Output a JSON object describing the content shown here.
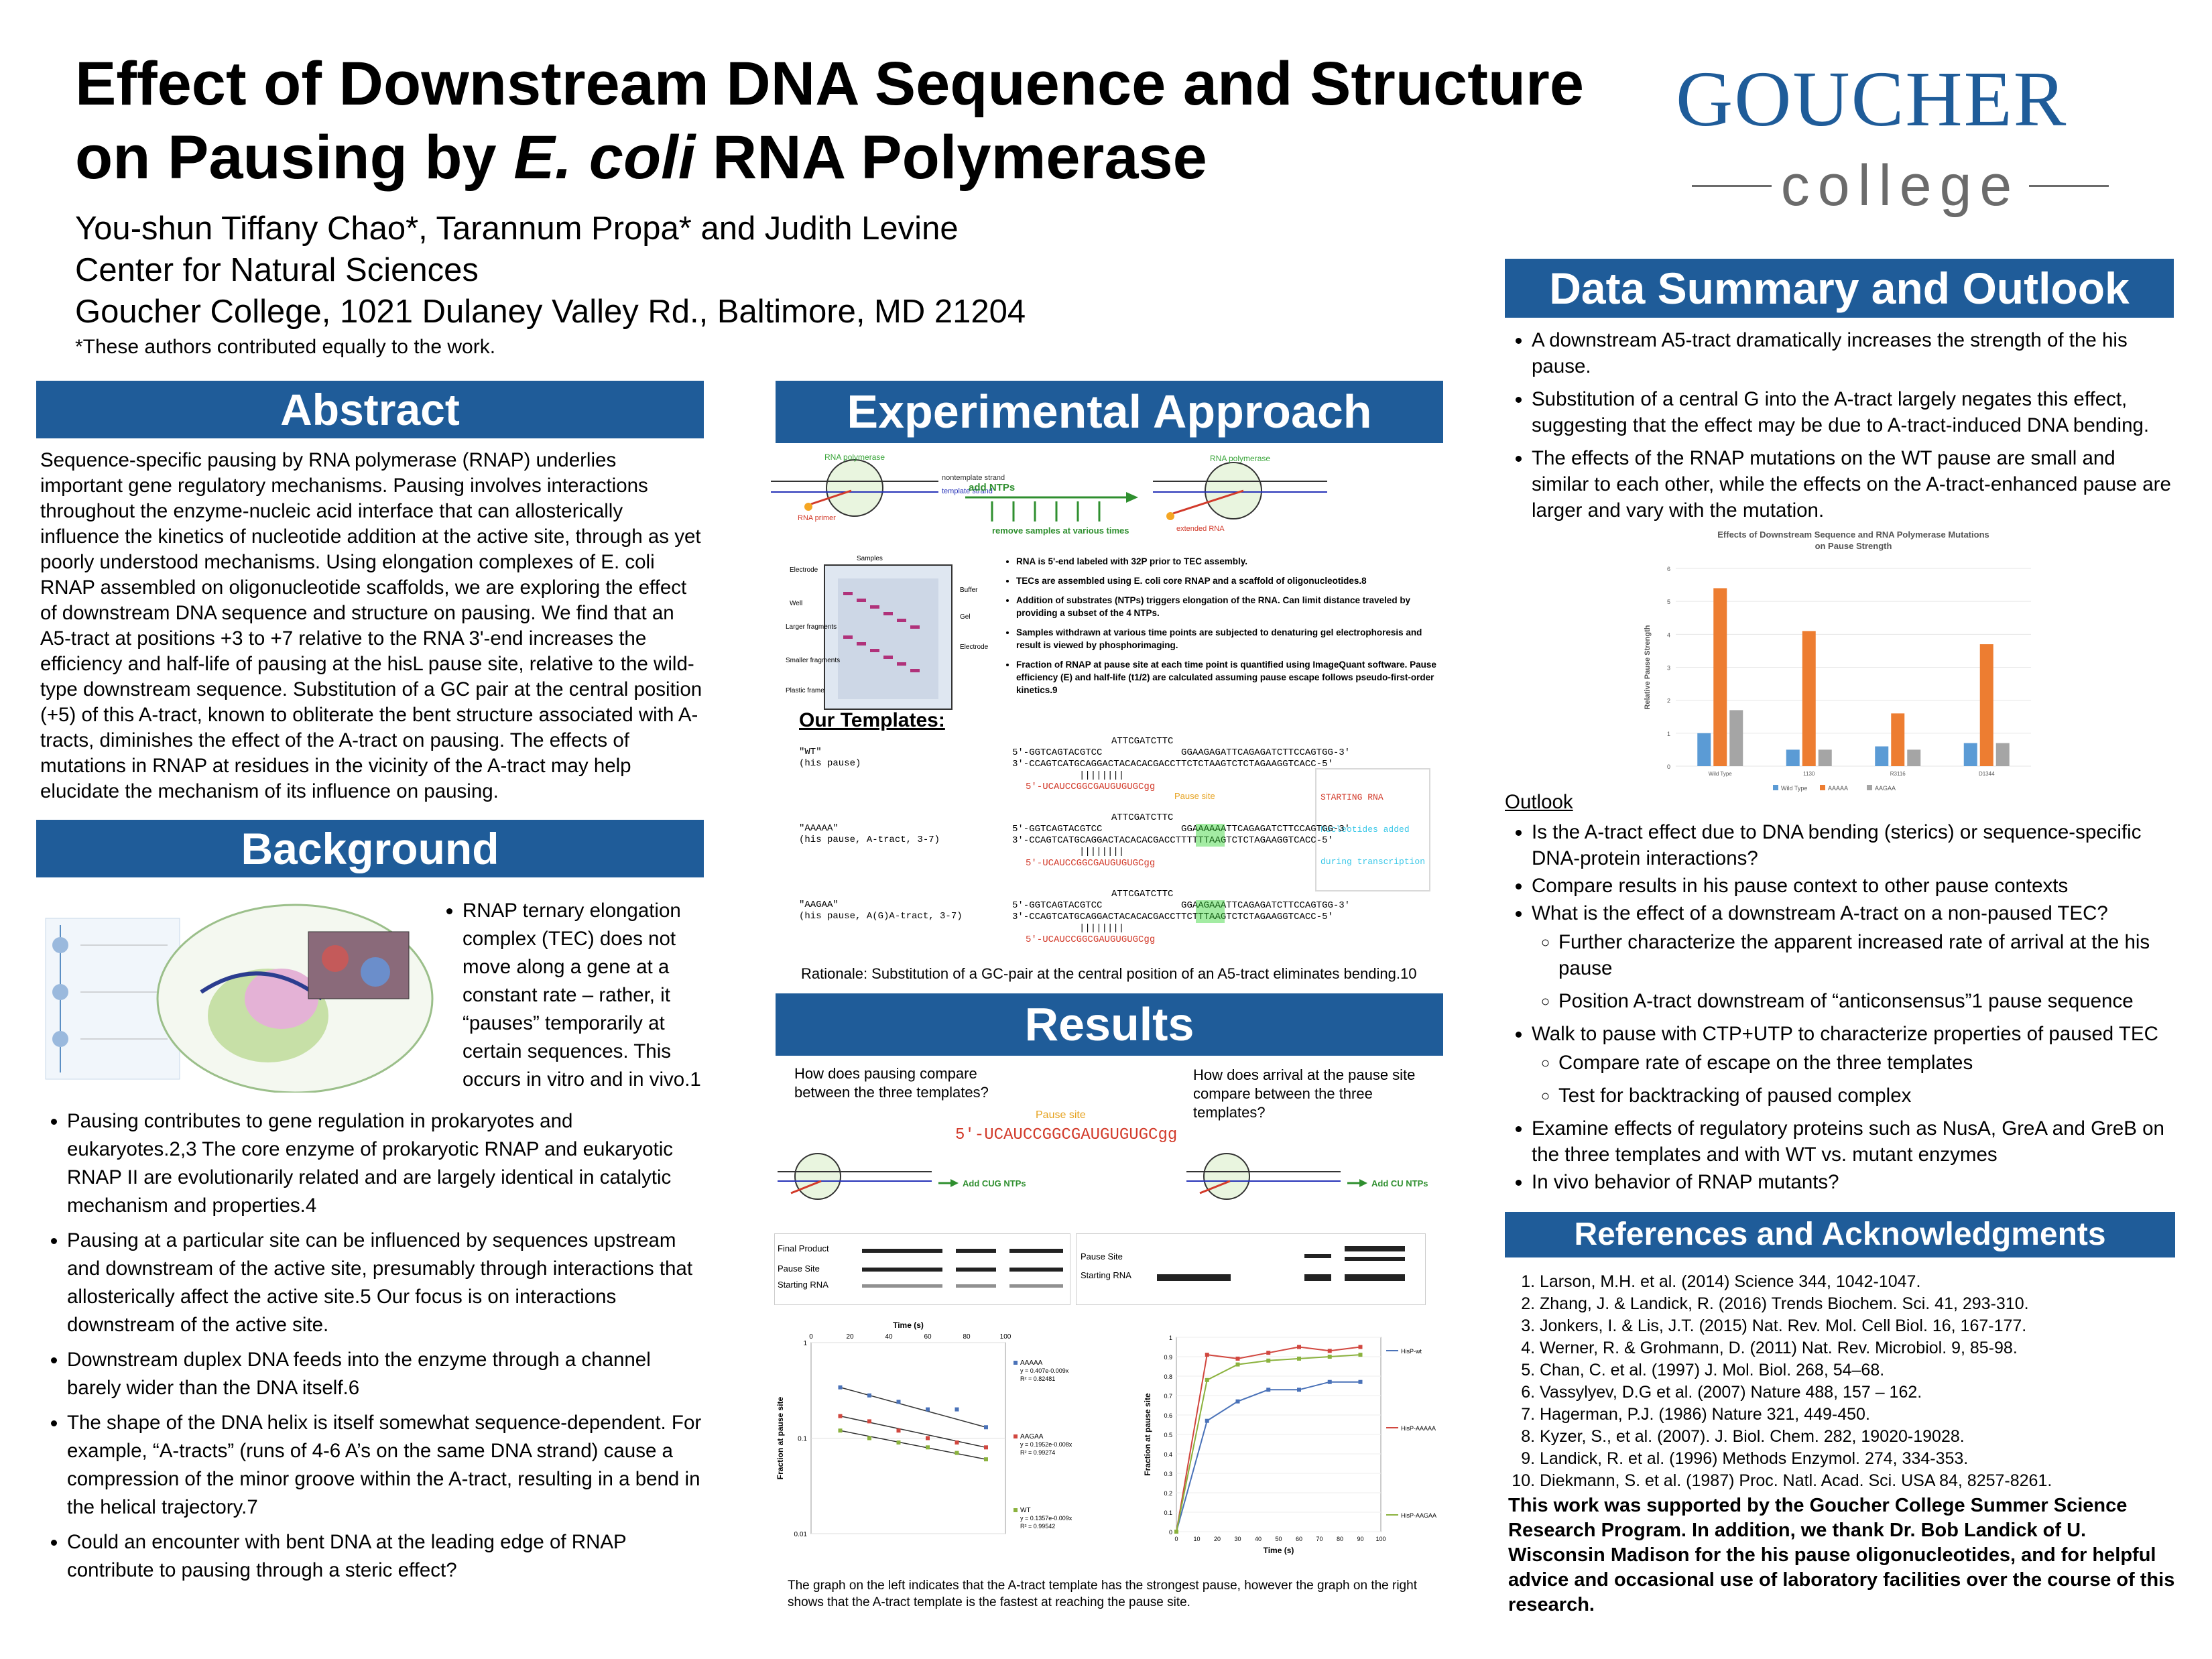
{
  "header": {
    "title_line1": "Effect of Downstream DNA Sequence and Structure",
    "title_line2_pre": "on Pausing by ",
    "title_line2_em": "E. coli",
    "title_line2_post": " RNA Polymerase",
    "authors": "You-shun Tiffany Chao*, Tarannum Propa* and Judith Levine",
    "affil1": "Center for Natural Sciences",
    "affil2": "Goucher College, 1021 Dulaney Valley Rd., Baltimore, MD 21204",
    "note": "*These authors contributed equally to the work."
  },
  "logo": {
    "name": "GOUCHER",
    "sub": "college"
  },
  "abstract": {
    "heading": "Abstract",
    "text": "Sequence-specific pausing by RNA polymerase (RNAP) underlies important gene regulatory mechanisms. Pausing involves interactions throughout the enzyme-nucleic acid interface that can allosterically influence the kinetics of nucleotide addition at the active site, through as yet poorly understood mechanisms. Using elongation complexes of E. coli RNAP assembled on oligonucleotide scaffolds, we are exploring the effect of downstream DNA sequence and structure on pausing. We find that an A5-tract at positions +3 to +7 relative to the RNA 3'-end increases the efficiency and half-life of pausing at the hisL pause site, relative to the wild-type downstream sequence. Substitution of a GC pair at the central position (+5) of this A-tract, known to obliterate the bent structure associated with A-tracts, diminishes the effect of the A-tract on pausing. The effects of mutations in RNAP at residues in the vicinity of the A-tract may help elucidate the mechanism of its influence on pausing."
  },
  "background": {
    "heading": "Background",
    "first": "RNAP ternary elongation complex (TEC) does not move along a gene at a constant rate – rather, it “pauses” temporarily at certain sequences. This occurs in vitro and in vivo.1",
    "bullets": [
      "Pausing contributes to gene regulation in prokaryotes and eukaryotes.2,3 The core enzyme of prokaryotic RNAP and eukaryotic RNAP II are evolutionarily related and are largely identical in catalytic mechanism and properties.4",
      "Pausing at a particular site can be influenced by sequences upstream and downstream of the active site, presumably through interactions that allosterically affect the active site.5 Our focus is on interactions downstream of the active site.",
      "Downstream duplex DNA feeds into the enzyme through a channel barely wider than the DNA itself.6",
      "The shape of the DNA helix is itself somewhat sequence-dependent. For example, “A-tracts” (runs of 4-6 A’s on the same DNA strand) cause a compression of the minor groove within the A-tract, resulting in a bend in the helical trajectory.7",
      "Could an encounter with bent DNA at the leading edge of RNAP contribute to pausing through a steric effect?"
    ]
  },
  "approach": {
    "heading": "Experimental Approach",
    "diagram": {
      "rnap": "RNA polymerase",
      "nontemplate": "nontemplate strand",
      "template": "template strand",
      "primer": "RNA primer",
      "add_ntps": "add NTPs",
      "remove": "remove samples at various times",
      "extended": "extended RNA",
      "gel_labels": [
        "Electrode",
        "Well",
        "Larger fragments",
        "Smaller fragments",
        "Plastic frame",
        "Samples",
        "Buffer",
        "Gel",
        "Electrode"
      ]
    },
    "bullets": [
      "RNA is 5'-end labeled with 32P prior to TEC assembly.",
      "TECs are assembled using E. coli core RNAP and a scaffold of oligonucleotides.8",
      "Addition of substrates (NTPs) triggers elongation of the RNA. Can limit distance traveled by providing a subset of the 4 NTPs.",
      "Samples withdrawn at various time points are subjected to denaturing gel electrophoresis and result is viewed by phosphorimaging.",
      "Fraction of RNAP at pause site at each time point is quantified using ImageQuant software. Pause efficiency (E) and half-life (t1/2) are calculated assuming pause escape follows pseudo-first-order kinetics.9"
    ],
    "templates_heading": "Our Templates:",
    "templates": [
      {
        "name": "\"WT\"",
        "desc": "(his pause)",
        "top": "ATTCGATCTTC",
        "l1": "5'-GGTCAGTACGTCC              GGAAGAGATTCAGAGATCTTCCAGTGG-3'",
        "l2": "3'-CCAGTCATGCAGGACTACACACGACCTTCTCTAAGTCTCTAGAAGGTCACC-5'",
        "rna": "5'-UCAUCCGGCGAUGUGUGCgg"
      },
      {
        "name": "\"AAAAA\"",
        "desc": "(his pause, A-tract, 3-7)",
        "top": "ATTCGATCTTC",
        "l1": "5'-GGTCAGTACGTCC              GGAAAAAATTCAGAGATCTTCCAGTGG-3'",
        "l2": "3'-CCAGTCATGCAGGACTACACACGACCTTTTTTAAGTCTCTAGAAGGTCACC-5'",
        "rna": "5'-UCAUCCGGCGAUGUGUGCgg"
      },
      {
        "name": "\"AAGAA\"",
        "desc": "(his pause, A(G)A-tract, 3-7)",
        "top": "ATTCGATCTTC",
        "l1": "5'-GGTCAGTACGTCC              GGAAGAAATTCAGAGATCTTCCAGTGG-3'",
        "l2": "3'-CCAGTCATGCAGGACTACACACGACCTTCTTTAAGTCTCTAGAAGGTCACC-5'",
        "rna": "5'-UCAUCCGGCGAUGUGUGCgg"
      }
    ],
    "pause_site": "Pause site",
    "legend": [
      "STARTING RNA",
      "Nucleotides added",
      "during transcription"
    ],
    "rationale": "Rationale: Substitution of a GC-pair at the central position of an A5-tract eliminates bending.10"
  },
  "results": {
    "heading": "Results",
    "q1": "How does pausing compare between the three templates?",
    "q2": "How does arrival at the pause site compare between the three templates?",
    "pause_site": "Pause site",
    "rna_seq": "5'-UCAUCCGGCGAUGUGUGCgg",
    "add_cug": "Add CUG NTPs",
    "add_cu": "Add CU NTPs",
    "gel1_labels": [
      "Final Product",
      "Pause Site",
      "Starting RNA"
    ],
    "gel2_labels": [
      "Pause Site",
      "Starting RNA"
    ],
    "chart_data": [
      {
        "type": "scatter",
        "title": "",
        "xlabel": "Time (s)",
        "ylabel": "Fraction at pause site",
        "xlim": [
          0,
          100
        ],
        "ylim": [
          0.01,
          1
        ],
        "log_y": true,
        "x_ticks": [
          "0",
          "20",
          "40",
          "60",
          "80",
          "100"
        ],
        "y_ticks": [
          "1",
          "0.1",
          "0.01"
        ],
        "series": [
          {
            "name": "AAAAA",
            "eq": "y = 0.407e-0.009x",
            "r2": "R² = 0.82481",
            "color": "#4a72b8",
            "x": [
              15,
              30,
              45,
              60,
              75,
              90
            ],
            "y": [
              0.34,
              0.28,
              0.24,
              0.2,
              0.2,
              0.13
            ]
          },
          {
            "name": "AAGAA",
            "eq": "y = 0.1952e-0.008x",
            "r2": "R² = 0.99274",
            "color": "#d1473f",
            "x": [
              15,
              30,
              45,
              60,
              75,
              90
            ],
            "y": [
              0.17,
              0.15,
              0.12,
              0.1,
              0.09,
              0.08
            ]
          },
          {
            "name": "WT",
            "eq": "y = 0.1357e-0.009x",
            "r2": "R² = 0.99542",
            "color": "#8bb23e",
            "x": [
              15,
              30,
              45,
              60,
              75,
              90
            ],
            "y": [
              0.12,
              0.1,
              0.09,
              0.08,
              0.07,
              0.06
            ]
          }
        ]
      },
      {
        "type": "line",
        "title": "",
        "xlabel": "Time (s)",
        "ylabel": "Fraction at pause site",
        "xlim": [
          0,
          100
        ],
        "ylim": [
          0,
          1
        ],
        "x_ticks": [
          "0",
          "10",
          "20",
          "30",
          "40",
          "50",
          "60",
          "70",
          "80",
          "90",
          "100"
        ],
        "y_ticks": [
          "0",
          "0.1",
          "0.2",
          "0.3",
          "0.4",
          "0.5",
          "0.6",
          "0.7",
          "0.8",
          "0.9",
          "1"
        ],
        "series": [
          {
            "name": "HisP-wt",
            "color": "#4a72b8",
            "x": [
              0,
              15,
              30,
              45,
              60,
              75,
              90
            ],
            "y": [
              0,
              0.57,
              0.67,
              0.73,
              0.73,
              0.77,
              0.77
            ]
          },
          {
            "name": "HisP-AAAAA",
            "color": "#d1473f",
            "x": [
              0,
              15,
              30,
              45,
              60,
              75,
              90
            ],
            "y": [
              0,
              0.91,
              0.89,
              0.92,
              0.95,
              0.93,
              0.95
            ]
          },
          {
            "name": "HisP-AAGAA",
            "color": "#8bb23e",
            "x": [
              0,
              15,
              30,
              45,
              60,
              75,
              90
            ],
            "y": [
              0,
              0.78,
              0.86,
              0.88,
              0.89,
              0.9,
              0.91
            ]
          }
        ]
      }
    ],
    "caption": "The graph on the left indicates that the A-tract template has the strongest pause, however the graph on the right shows that the A-tract template is the fastest at reaching the pause site."
  },
  "summary": {
    "heading": "Data Summary and Outlook",
    "bullets": [
      "A downstream A5-tract dramatically increases the strength of the his pause.",
      "Substitution of a central G into the A-tract largely negates this effect, suggesting that the effect may be due to A-tract-induced DNA bending.",
      "The effects of the RNAP mutations on the WT pause are small and similar to each other, while the effects on the A-tract-enhanced pause are larger and vary with the mutation."
    ],
    "chart_data": {
      "type": "bar",
      "title": "Effects of Downstream Sequence and RNA Polymerase Mutations on Pause Strength",
      "xlabel": "",
      "ylabel": "Relative Pause Strength",
      "categories": [
        "Wild Type",
        "1130",
        "R3116",
        "D1344"
      ],
      "ylim": [
        0,
        6
      ],
      "y_ticks": [
        "0",
        "1",
        "2",
        "3",
        "4",
        "5",
        "6"
      ],
      "series": [
        {
          "name": "Wild Type",
          "color": "#5b9bd5",
          "values": [
            1.0,
            0.5,
            0.6,
            0.7
          ]
        },
        {
          "name": "AAAAA",
          "color": "#ed7d31",
          "values": [
            5.4,
            4.1,
            1.6,
            3.7
          ]
        },
        {
          "name": "AAGAA",
          "color": "#a5a5a5",
          "values": [
            1.7,
            0.5,
            0.5,
            0.7
          ]
        }
      ]
    },
    "outlook_heading": "Outlook",
    "outlook": [
      "Is the A-tract effect due to DNA bending (sterics) or sequence-specific DNA-protein interactions?",
      "Compare results in his pause context to other pause contexts",
      "What is the effect of a downstream A-tract on a non-paused TEC?",
      "Walk to pause with CTP+UTP to characterize properties of paused TEC",
      "Examine effects of regulatory proteins such as NusA, GreA and GreB on the three templates and with WT vs. mutant enzymes",
      "In vivo behavior of RNAP mutants?"
    ],
    "outlook_sub1": [
      "Further characterize the apparent increased rate of arrival at the his pause",
      "Position A-tract downstream of “anticonsensus”1 pause sequence"
    ],
    "outlook_sub2": [
      "Compare rate of escape on the three templates",
      "Test for backtracking of paused complex"
    ]
  },
  "references": {
    "heading": "References and Acknowledgments",
    "items": [
      "Larson, M.H. et al. (2014) Science 344, 1042-1047.",
      "Zhang, J. & Landick, R. (2016) Trends Biochem. Sci. 41, 293-310.",
      "Jonkers, I. & Lis, J.T. (2015) Nat. Rev. Mol. Cell Biol. 16, 167-177.",
      "Werner, R. & Grohmann, D. (2011) Nat. Rev. Microbiol. 9, 85-98.",
      "Chan, C. et al. (1997) J. Mol. Biol. 268, 54–68.",
      "Vassylyev, D.G et al. (2007) Nature 488, 157 – 162.",
      "Hagerman, P.J. (1986) Nature 321, 449-450.",
      "Kyzer, S., et al. (2007). J. Biol. Chem. 282, 19020-19028.",
      "Landick, R. et al. (1996) Methods Enzymol. 274, 334-353.",
      "Diekmann, S. et al. (1987) Proc. Natl. Acad. Sci. USA 84, 8257-8261."
    ],
    "ack": "This work was supported by the Goucher College Summer Science Research Program. In addition, we thank Dr. Bob Landick of U. Wisconsin Madison for the his pause oligonucleotides, and for helpful advice and occasional use of laboratory facilities over the course of this research."
  }
}
